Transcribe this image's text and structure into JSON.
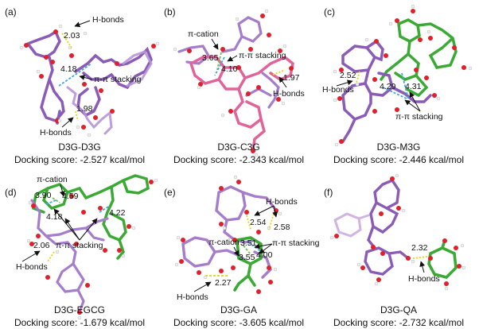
{
  "figure": {
    "colors": {
      "d3g": "#9b6fc0",
      "d3g_dark": "#7a4fa6",
      "c3g": "#e0649a",
      "partner_green": "#3aaa35",
      "oxygen": "#e0202a",
      "hydrogen": "#f2f2f2",
      "hbond": "#e8d21e",
      "pi_stacking": "#3fa7e0",
      "pi_cation": "#6cc04a",
      "arrow": "#111111"
    },
    "panels": [
      {
        "label": "(a)",
        "name": "D3G-D3G",
        "score": "Docking score: -2.527 kcal/mol",
        "annotations": {
          "hbonds_top": "H-bonds",
          "hbonds_bottom": "H-bonds",
          "pi_pi": "π-π stacking"
        },
        "distances": [
          "2.03",
          "4.18",
          "1.98"
        ]
      },
      {
        "label": "(b)",
        "name": "D3G-C3G",
        "score": "Docking score: -2.343 kcal/mol",
        "annotations": {
          "pi_cation": "π-cation",
          "pi_pi": "π-π stacking",
          "hbonds": "H-bonds"
        },
        "distances": [
          "3.65",
          "4.10",
          "1.97"
        ]
      },
      {
        "label": "(c)",
        "name": "D3G-M3G",
        "score": "Docking score: -2.446 kcal/mol",
        "annotations": {
          "hbonds": "H-bonds",
          "pi_pi": "π-π stacking"
        },
        "distances": [
          "2.52",
          "4.29",
          "4.31"
        ]
      },
      {
        "label": "(d)",
        "name": "D3G-EGCG",
        "score": "Docking score: -1.679 kcal/mol",
        "annotations": {
          "pi_cation": "π-cation",
          "pi_pi": "π-π stacking",
          "hbonds": "H-bonds"
        },
        "distances": [
          "3.90",
          "4.59",
          "4.18",
          "4.22",
          "2.06"
        ]
      },
      {
        "label": "(e)",
        "name": "D3G-GA",
        "score": "Docking score: -3.605 kcal/mol",
        "annotations": {
          "hbonds_top": "H-bonds",
          "pi_cation": "π-cation",
          "pi_pi": "π-π stacking",
          "hbonds_bottom": "H-bonds"
        },
        "distances": [
          "2.54",
          "2.58",
          "3.51",
          "3.55",
          "4.00",
          "2.27"
        ]
      },
      {
        "label": "(f)",
        "name": "D3G-QA",
        "score": "Docking score: -2.732 kcal/mol",
        "annotations": {
          "hbonds": "H-bonds"
        },
        "distances": [
          "2.32"
        ]
      }
    ]
  }
}
